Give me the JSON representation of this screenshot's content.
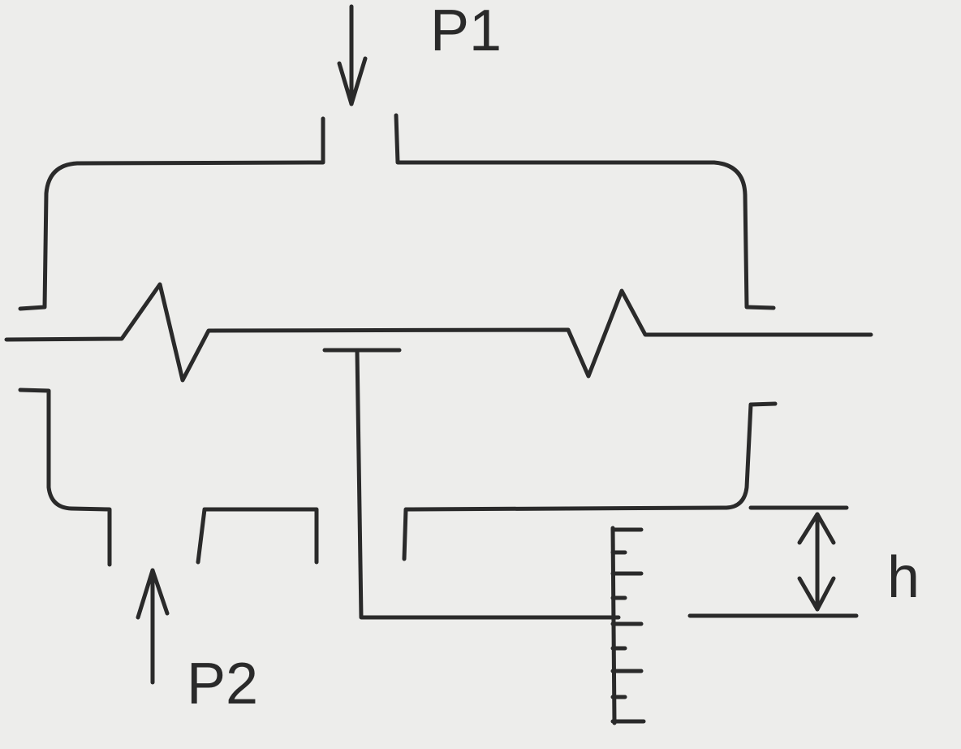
{
  "labels": {
    "p1": "P1",
    "p2": "P2",
    "h": "h"
  },
  "colors": {
    "background": "#ededeb",
    "ink": "#2a2a2a"
  }
}
